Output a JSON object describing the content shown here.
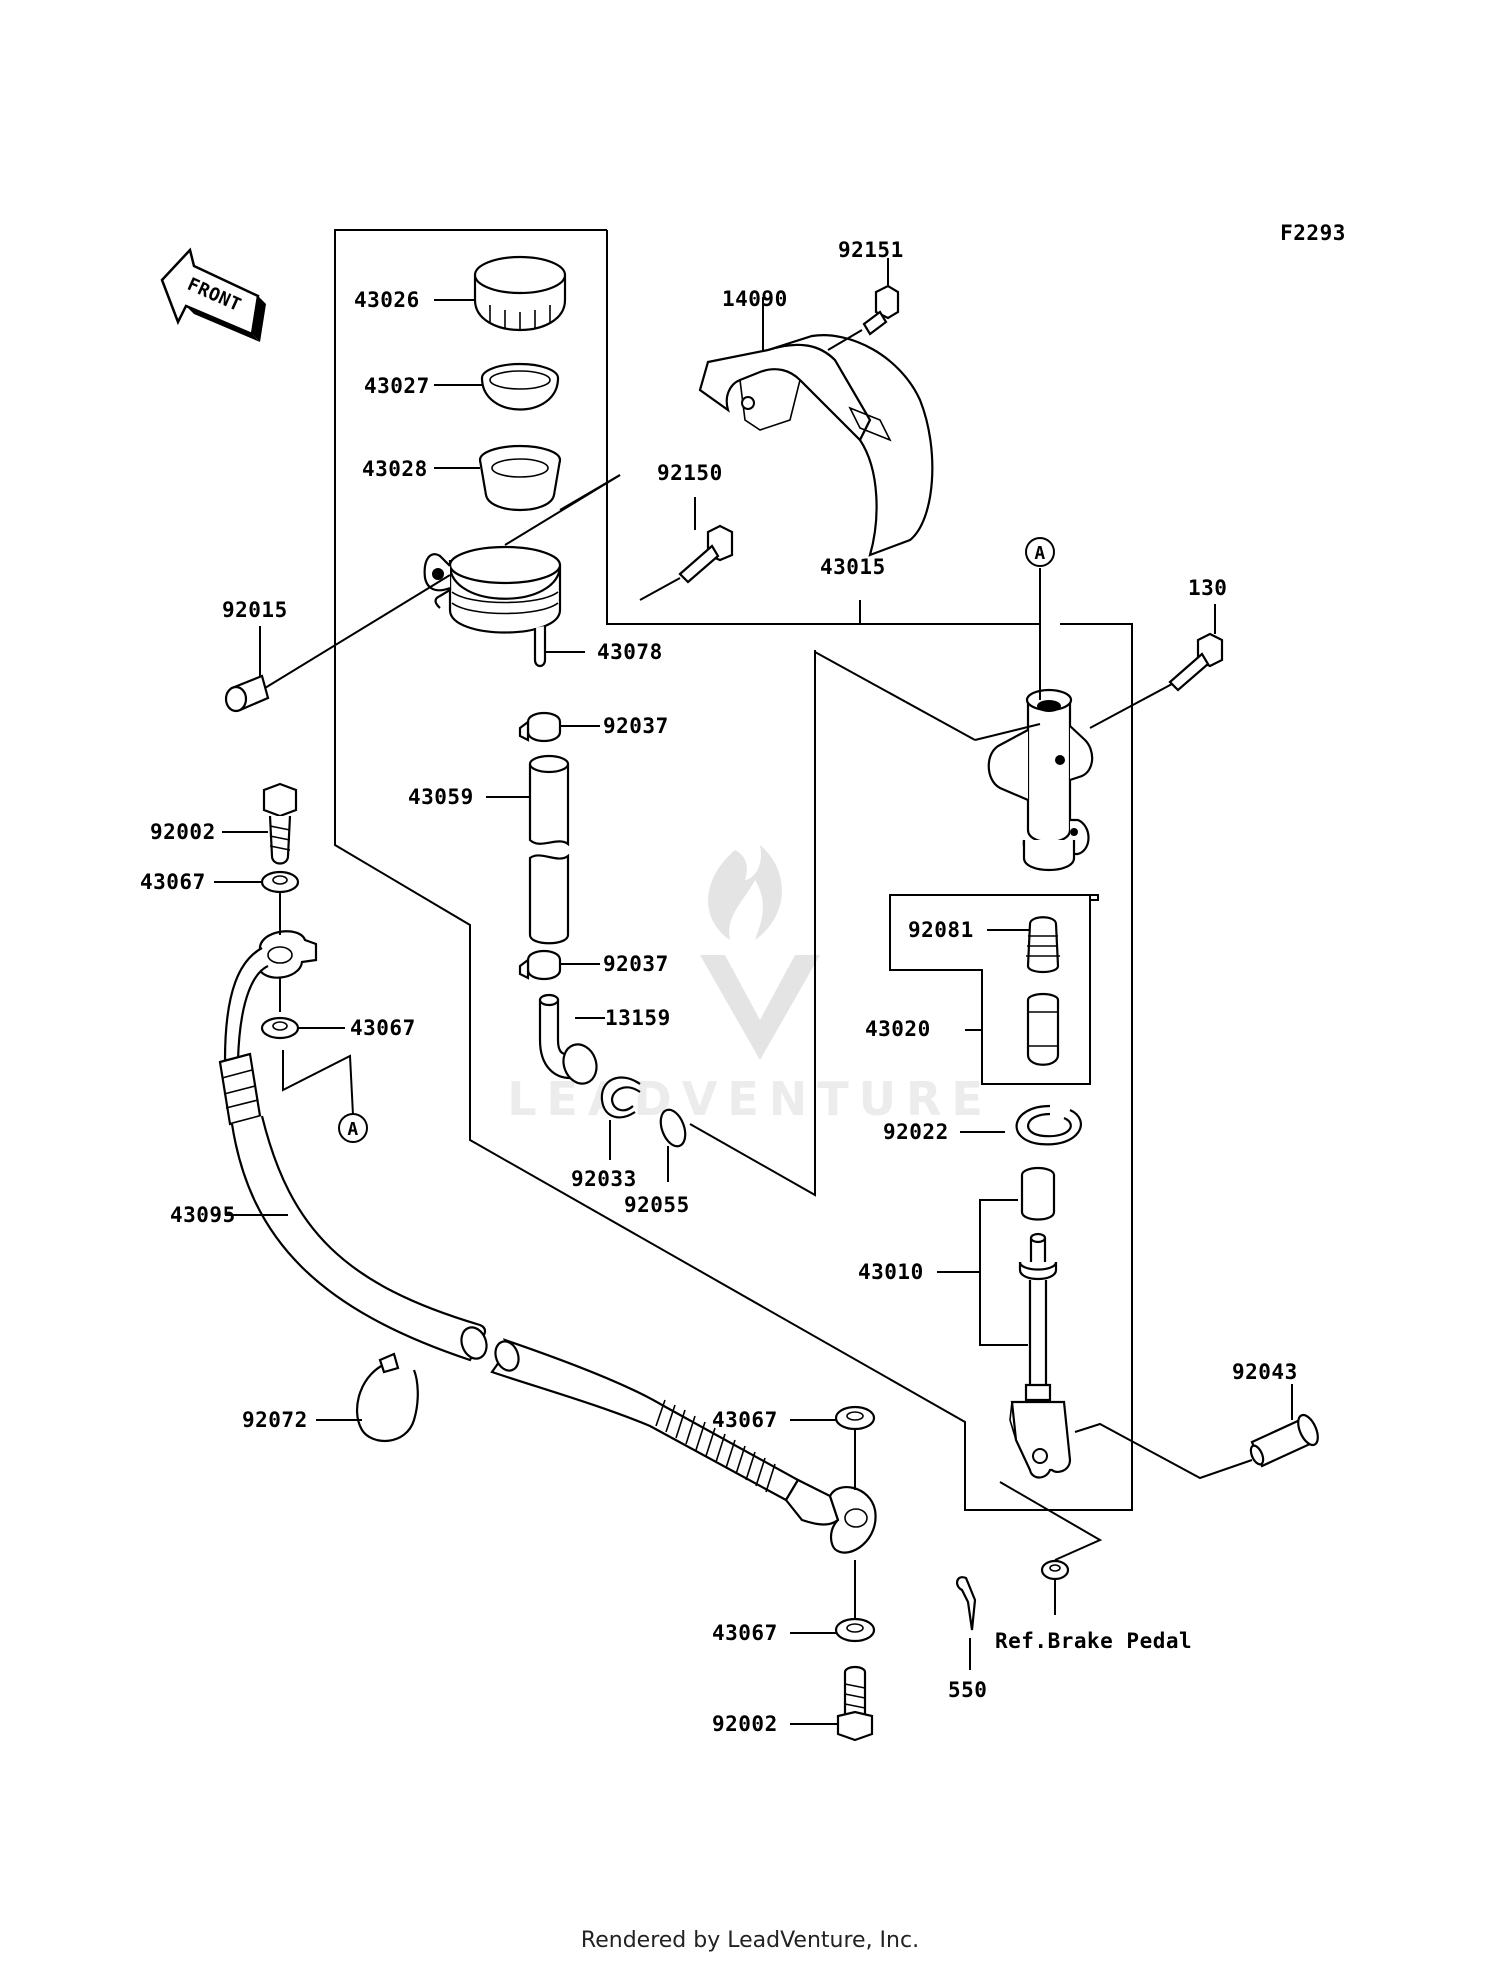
{
  "diagram_code": "F2293",
  "front_label": "FRONT",
  "ref_label": "A",
  "ref_brake_pedal": "Ref.Brake Pedal",
  "watermark": "LEADVENTURE",
  "footer": "Rendered by LeadVenture, Inc.",
  "parts": {
    "p43026": "43026",
    "p43027": "43027",
    "p43028": "43028",
    "p92015": "92015",
    "p43078": "43078",
    "p92037a": "92037",
    "p43059": "43059",
    "p92037b": "92037",
    "p13159": "13159",
    "p92033": "92033",
    "p92055": "92055",
    "p14090": "14090",
    "p92151": "92151",
    "p92150": "92150",
    "p43015": "43015",
    "p130": "130",
    "p92081": "92081",
    "p43020": "43020",
    "p92022": "92022",
    "p43010": "43010",
    "p92043": "92043",
    "p92002a": "92002",
    "p43067a": "43067",
    "p43067b": "43067",
    "p43095": "43095",
    "p92072": "92072",
    "p43067c": "43067",
    "p43067d": "43067",
    "p92002b": "92002",
    "p550": "550"
  }
}
